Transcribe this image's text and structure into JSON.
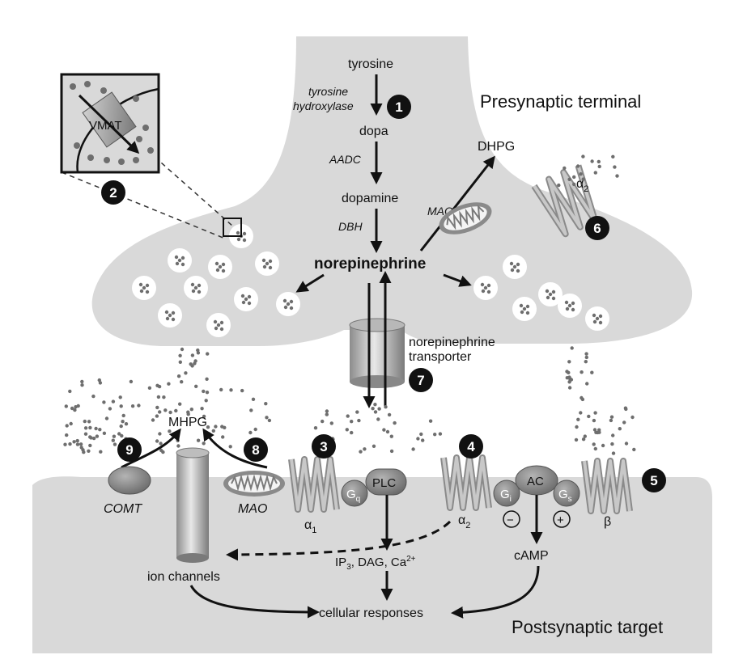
{
  "regions": {
    "presynaptic": "Presynaptic terminal",
    "postsynaptic": "Postsynaptic target"
  },
  "pathway": {
    "tyrosine": "tyrosine",
    "enzyme1": "tyrosine",
    "enzyme1b": "hydroxylase",
    "dopa": "dopa",
    "enzyme2": "AADC",
    "dopamine": "dopamine",
    "enzyme3": "DBH",
    "norepinephrine": "norepinephrine",
    "dhpg": "DHPG",
    "mao_pre": "MAO"
  },
  "vmat": "VMAT",
  "transporter": {
    "line1": "norepinephrine",
    "line2": "transporter"
  },
  "receptors": {
    "alpha1": "α",
    "alpha1_sub": "1",
    "alpha2_post": "α",
    "alpha2_post_sub": "2",
    "alpha2_pre": "α",
    "alpha2_pre_sub": "2",
    "beta": "β",
    "gq": "G",
    "gq_sub": "q",
    "gi": "G",
    "gi_sub": "i",
    "gs": "G",
    "gs_sub": "s",
    "plc": "PLC",
    "ac": "AC",
    "minus": "−",
    "plus": "+"
  },
  "post": {
    "mhpg": "MHPG",
    "comt": "COMT",
    "mao_post": "MAO",
    "ion_channels": "ion channels",
    "ip3": "IP",
    "ip3_sub": "3",
    "dag_ca": ", DAG, Ca",
    "ca_sup": "2+",
    "camp": "cAMP",
    "cellular": "cellular responses"
  },
  "badges": [
    "1",
    "2",
    "3",
    "4",
    "5",
    "6",
    "7",
    "8",
    "9"
  ]
}
